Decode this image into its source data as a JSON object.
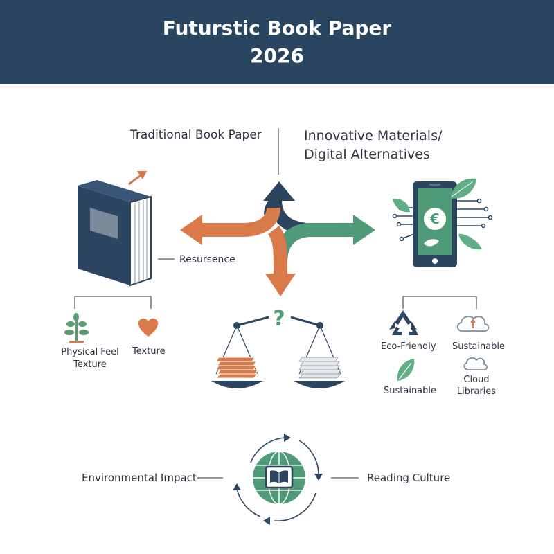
{
  "header": {
    "title_line1": "Futurstic Book Paper",
    "title_line2": "2026"
  },
  "left_branch": {
    "heading": "Traditional Book Paper",
    "arrow_label": "Resursence",
    "features": [
      {
        "label_line1": "Physical Feel",
        "label_line2": "Texture",
        "icon": "plant-icon"
      },
      {
        "label": "Texture",
        "icon": "heart-icon"
      }
    ]
  },
  "right_branch": {
    "heading_line1": "Innovative Materials/",
    "heading_line2": "Digital Alternatives",
    "features": [
      {
        "label": "Eco-Friendly",
        "icon": "recycle-icon"
      },
      {
        "label": "Sustainable",
        "icon": "cloud-upload-icon"
      },
      {
        "label": "Sustainable",
        "icon": "leaf-icon"
      },
      {
        "label_line1": "Cloud",
        "label_line2": "Libraries",
        "icon": "cloud-icon"
      }
    ]
  },
  "center": {
    "question_mark": "?",
    "icon": "balance-scale-icon"
  },
  "bottom": {
    "left_label": "Environmental Impact",
    "right_label": "Reading Culture",
    "icon": "globe-book-icon"
  },
  "colors": {
    "header_bg": "#2a4560",
    "navy": "#2c4560",
    "orange": "#d97a4a",
    "green": "#4f9a78",
    "light_green": "#5fae86"
  }
}
